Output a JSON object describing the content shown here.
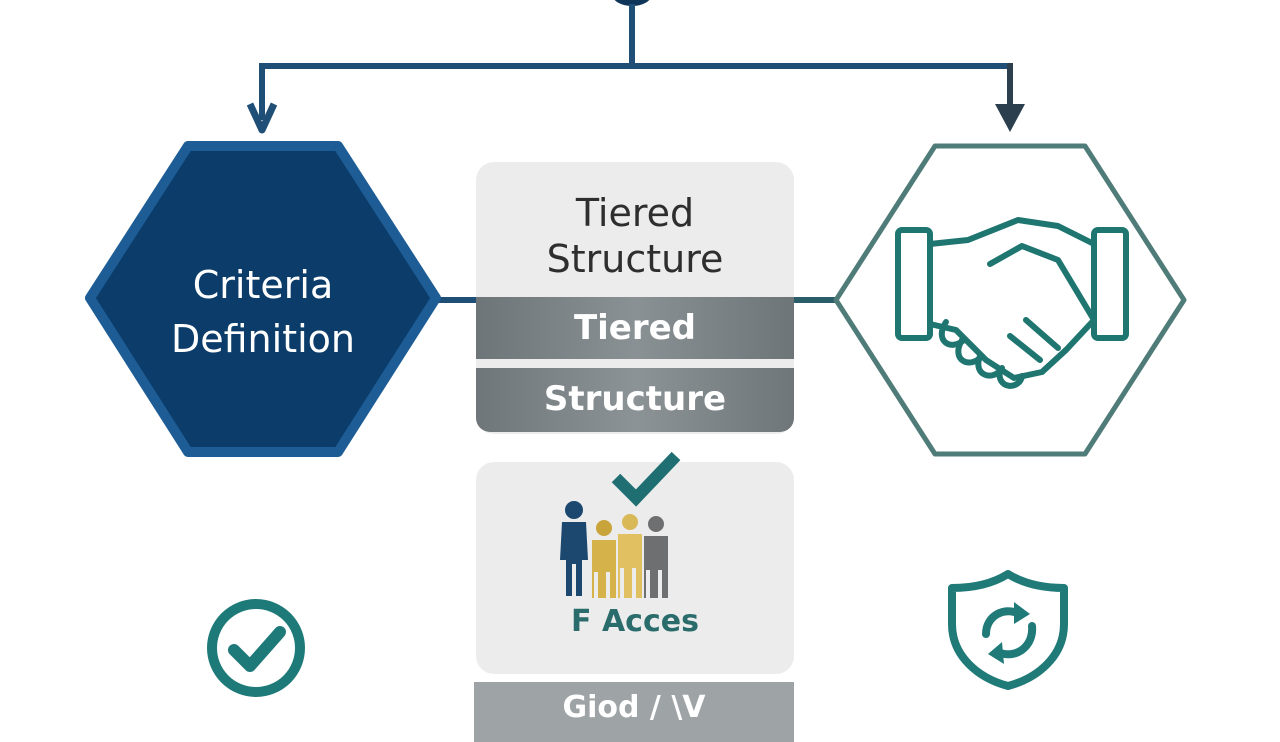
{
  "left_node": {
    "line1": "Criteria",
    "line2": "Definition"
  },
  "center_card": {
    "title_line1": "Tiered",
    "title_line2": "Structure",
    "bar1": "Tiered",
    "bar2": "Structure"
  },
  "access_card": {
    "label": "F Acces"
  },
  "bottom_bar": {
    "label": "Giod / \\V"
  },
  "colors": {
    "navy": "#0d3f6d",
    "teal": "#2a7573",
    "connector": "#1f4f76",
    "grey_bar": "#7d8588"
  },
  "icons": [
    "handshake-icon",
    "check-icon",
    "people-icon",
    "shield-refresh-icon",
    "check-circle-icon"
  ]
}
